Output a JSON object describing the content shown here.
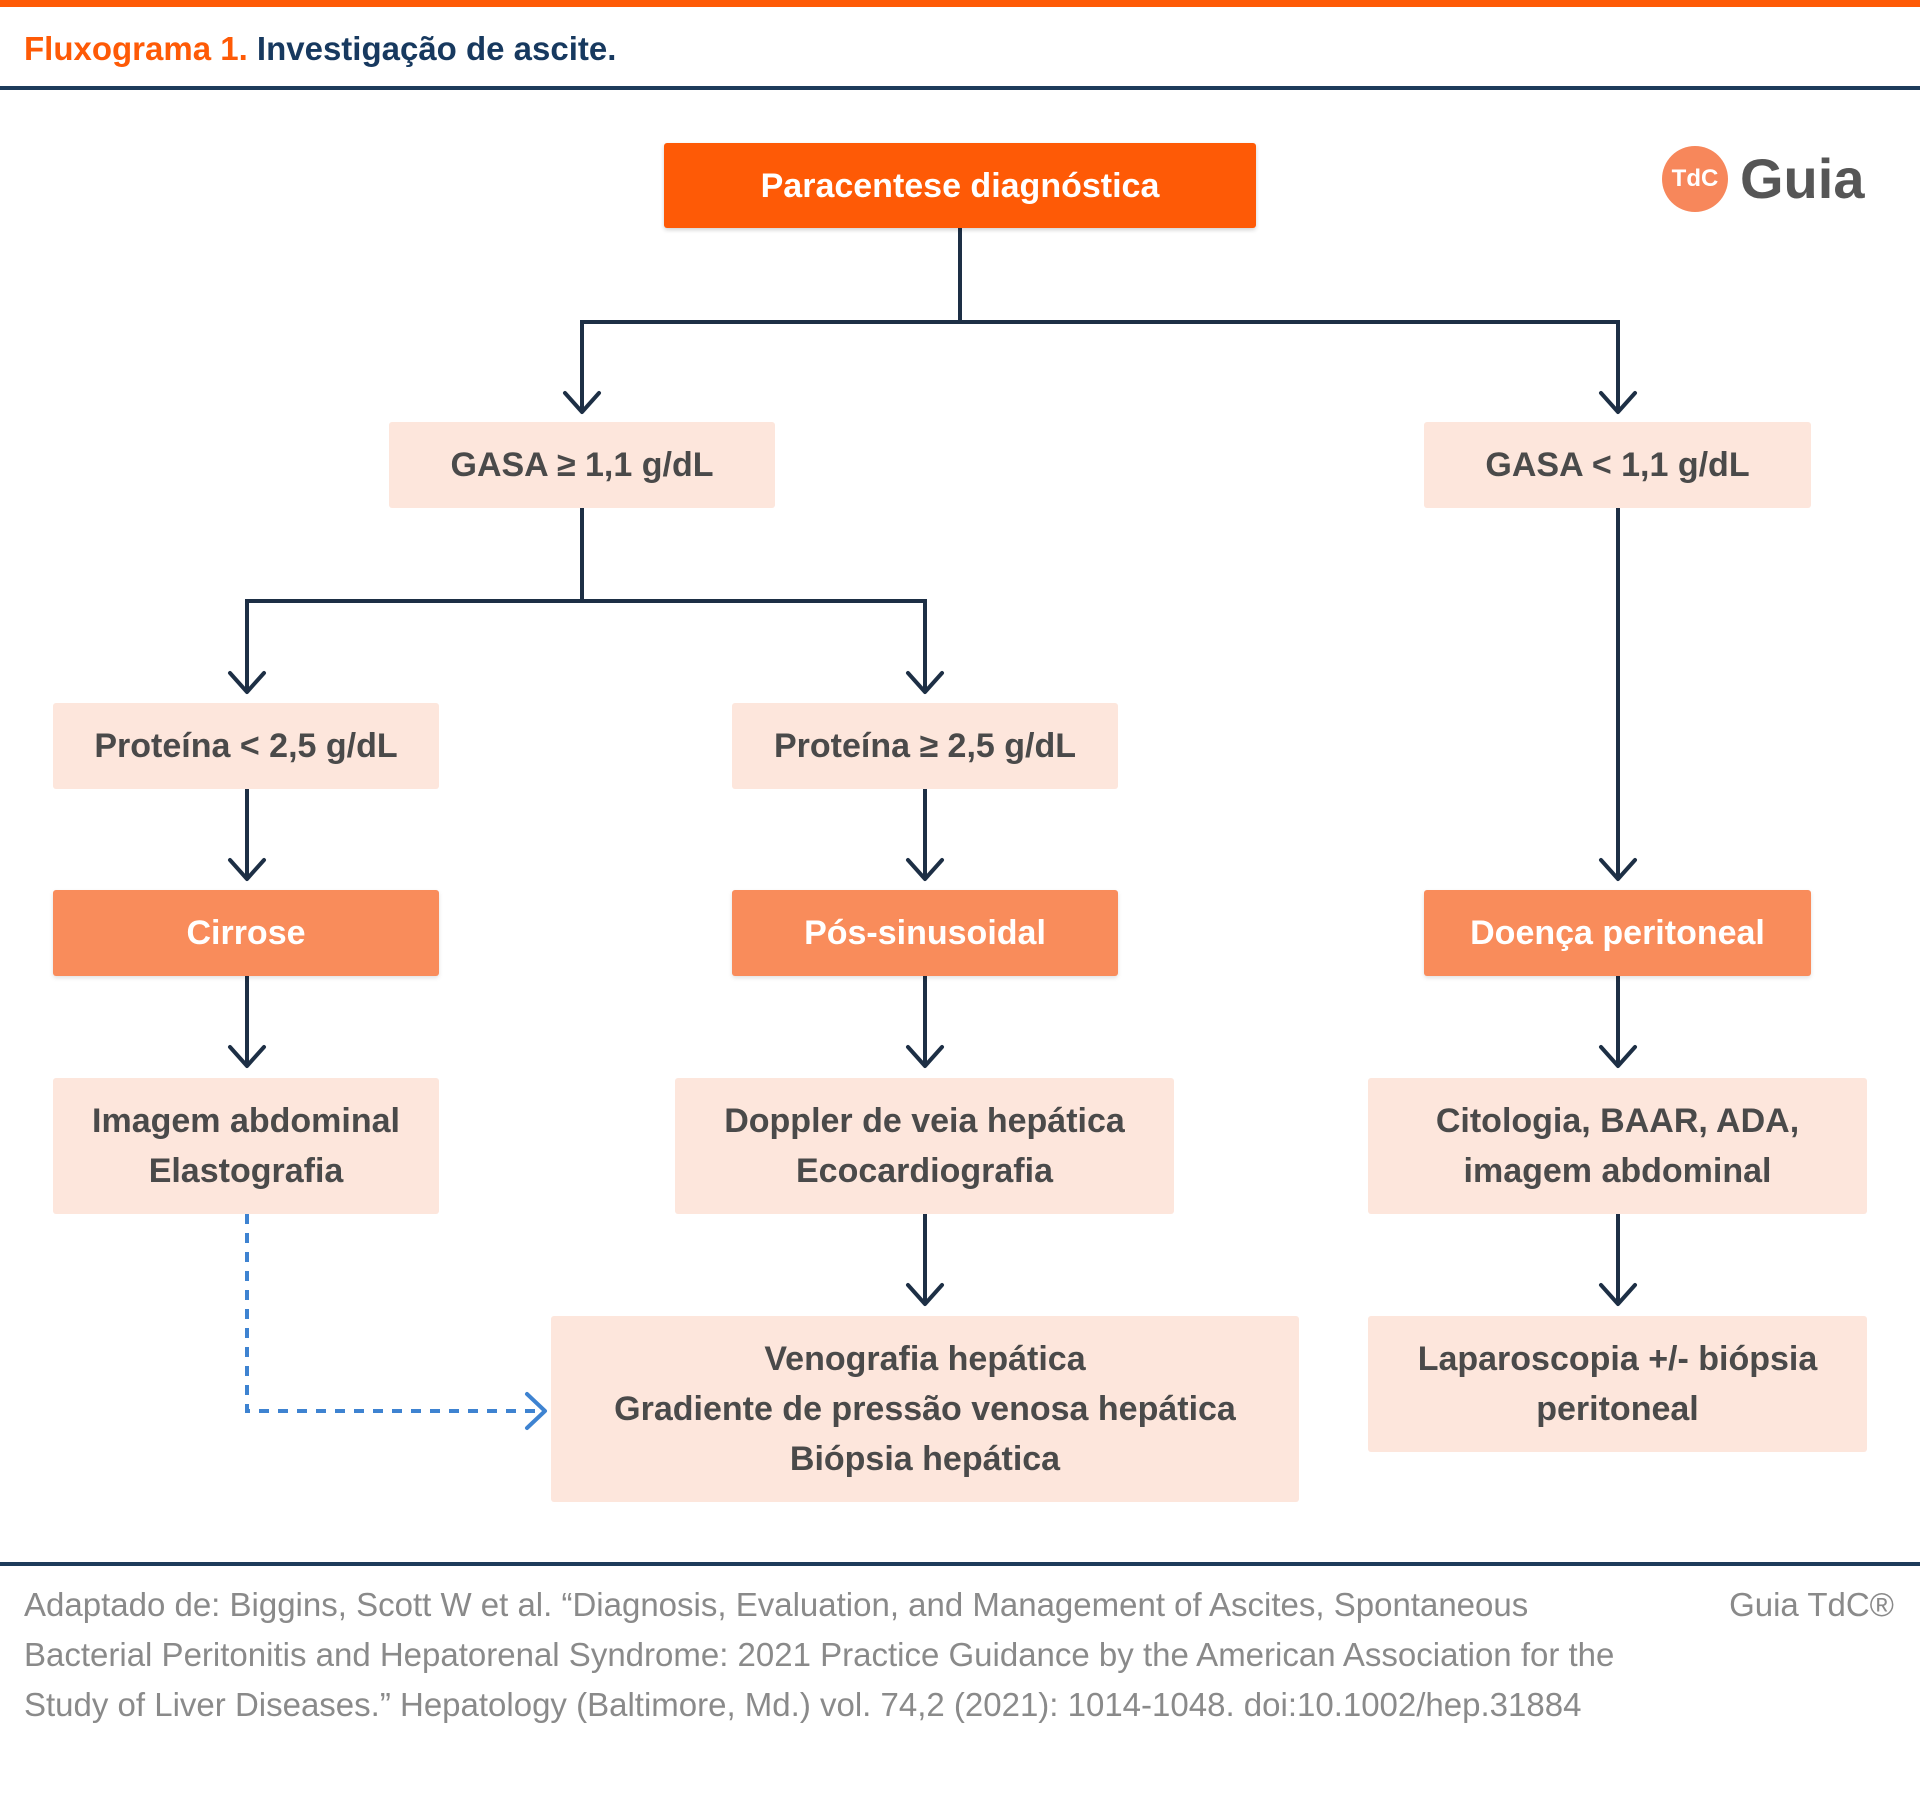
{
  "header": {
    "title_prefix": "Fluxograma 1.",
    "title_main": "Investigação de ascite."
  },
  "logo": {
    "badge_text": "TdC",
    "word": "Guia"
  },
  "nodes": {
    "paracentese": "Paracentese diagnóstica",
    "gasa_high": "GASA ≥ 1,1 g/dL",
    "gasa_low": "GASA < 1,1 g/dL",
    "protein_low": "Proteína < 2,5 g/dL",
    "protein_high": "Proteína ≥ 2,5 g/dL",
    "cirrose": "Cirrose",
    "pos_sinusoidal": "Pós-sinusoidal",
    "doenca_peritoneal": "Doença peritoneal",
    "imagem": {
      "line1": "Imagem abdominal",
      "line2": "Elastografia"
    },
    "doppler": {
      "line1": "Doppler de veia hepática",
      "line2": "Ecocardiografia"
    },
    "citologia": {
      "line1": "Citologia, BAAR, ADA,",
      "line2": "imagem abdominal"
    },
    "venografia": {
      "line1": "Venografia hepática",
      "line2": "Gradiente de pressão venosa hepática",
      "line3": "Biópsia hepática"
    },
    "laparoscopia": {
      "line1": "Laparoscopia +/- biópsia",
      "line2": "peritoneal"
    }
  },
  "colors": {
    "accent": "#fe5a06",
    "diagnosis_box": "#f98c5b",
    "light_box": "#fde6dc",
    "navy": "#1d3b5b",
    "dashed_arrow": "#3e83d1"
  },
  "footer": {
    "citation": "Adaptado de: Biggins, Scott W et al. “Diagnosis, Evaluation, and Management of Ascites, Spontaneous Bacterial Peritonitis and Hepatorenal Syndrome: 2021 Practice Guidance by the American Association for the Study of Liver Diseases.” Hepatology (Baltimore, Md.) vol. 74,2 (2021): 1014-1048. doi:10.1002/hep.31884",
    "brand": "Guia TdC®"
  }
}
